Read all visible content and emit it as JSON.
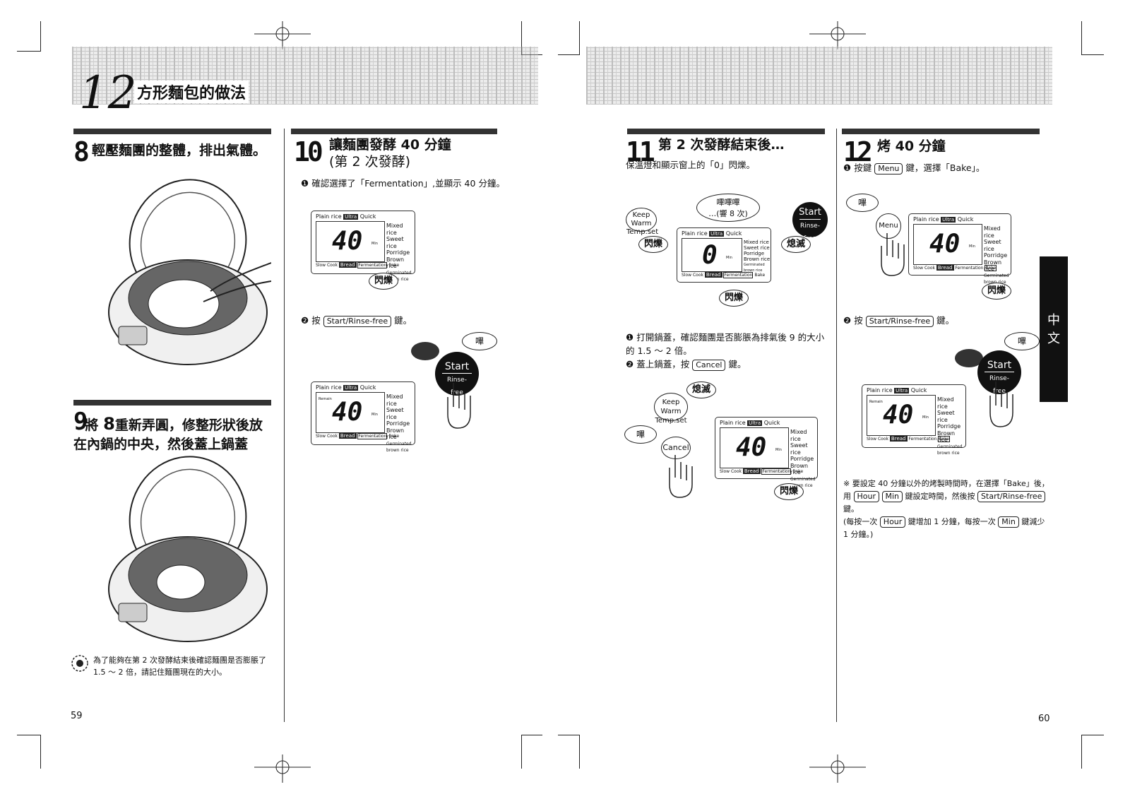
{
  "chapter": {
    "number": "12",
    "title": "方形麵包的做法"
  },
  "steps": {
    "s8": {
      "num": "8",
      "title": "輕壓麵團的整體，排出氣體。"
    },
    "s9": {
      "num": "9",
      "title_pre": "將",
      "title_num": "8",
      "title_rest": "重新弄圓，修整形狀後放在內鍋的中央，然後蓋上鍋蓋"
    },
    "s10": {
      "num": "10",
      "title": "讓麵團發酵 40 分鐘",
      "subtitle": "(第 2 次發酵)",
      "item1_mark": "❶",
      "item1": "確認選擇了「Fermentation」,並顯示 40 分鐘。",
      "item2_mark": "❷",
      "item2_pre": "按",
      "item2_key": "Start/Rinse-free",
      "item2_post": "鍵。"
    },
    "s11": {
      "num": "11",
      "title": "第 2 次發酵結束後…",
      "intro": "保溫燈和顯示窗上的「0」閃爍。",
      "item1_mark": "❶",
      "item1": "打開鍋蓋，確認麵團是否膨脹為排氣後 9 的大小的 1.5 ～ 2 倍。",
      "item2_mark": "❷",
      "item2_pre": "蓋上鍋蓋，按",
      "item2_key": "Cancel",
      "item2_post": "鍵。"
    },
    "s12": {
      "num": "12",
      "title": "烤 40 分鐘",
      "item1_mark": "❶",
      "item1_pre": "按鍵",
      "item1_key": "Menu",
      "item1_post": "鍵，選擇「Bake」。",
      "item2_mark": "❷",
      "item2_pre": "按",
      "item2_key": "Start/Rinse-free",
      "item2_post": "鍵。"
    }
  },
  "note_left": "為了能夠在第 2 次發酵結束後確認麵團是否膨脹了 1.5 ～ 2 倍，請記住麵團現在的大小。",
  "note_right": {
    "mark": "※",
    "line1_pre": "要設定 40 分鐘以外的烤製時間時，在選擇「Bake」後，用",
    "hour_key": "Hour",
    "min_key": "Min",
    "line1_mid": "鍵設定時間，然後按",
    "start_key": "Start/Rinse-free",
    "line1_post": "鍵。",
    "line2_pre": "(每按一次",
    "line2_mid": "鍵增加 1 分鐘，每按一次",
    "line2_post": "鍵減少 1 分鐘。)"
  },
  "panel": {
    "plain_rice": "Plain rice",
    "ultra": "Ultra",
    "quick": "Quick",
    "menu": [
      "Mixed rice",
      "Sweet rice",
      "Porridge",
      "Brown rice",
      "Germinated",
      "brown rice"
    ],
    "slow": "Slow",
    "cook": "Cook",
    "bread": "Bread",
    "fermentation": "Fermentation",
    "bake": "Bake",
    "min": "Min",
    "remain": "Remain",
    "digits_40": "40",
    "digits_0": "0"
  },
  "labels": {
    "flash": "閃爍",
    "off": "熄滅",
    "beep": "嗶",
    "beep3": "嗶嗶嗶",
    "beep8": "…(響 8 次)",
    "keepwarm": "Keep Warm",
    "tempset": "Temp.set",
    "start": "Start",
    "rinse": "Rinse-free",
    "menu_btn": "Menu",
    "cancel_btn": "Cancel"
  },
  "side_tab": {
    "line1": "中",
    "line2": "文"
  },
  "page_numbers": {
    "left": "59",
    "right": "60"
  }
}
